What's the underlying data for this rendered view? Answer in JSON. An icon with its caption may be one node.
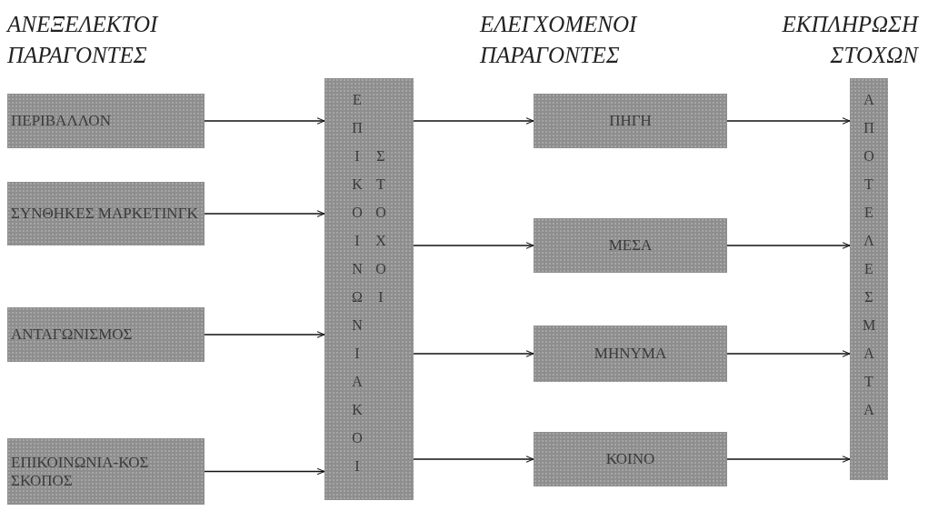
{
  "diagram": {
    "nodes": [
      {
        "text": [
          "ΠΕΡΙΒΑΛΛΟΝ"
        ]
      },
      {
        "text": [
          "ΣΥΝΘΗΚΕΣ ΜΑΡΚΕΤΙΝΓΚ"
        ]
      },
      {
        "text": [
          "ΑΝΤΑΓΩΝΙΣΜΟΣ"
        ]
      },
      {
        "text": [
          "ΕΠΙΚΟΙΝΩΝΙΑ-ΚΟΣ ΣΚΟΠΟΣ"
        ]
      },
      {
        "text": [
          "ΕΠΙΚΟΙΝΩΝΙΑΚΟΙ",
          "ΣΤΟΧΟΙ"
        ]
      },
      {
        "text": [
          "ΠΗΓΗ"
        ]
      },
      {
        "text": [
          "ΜΕΣΑ"
        ]
      },
      {
        "text": [
          "ΜΗΝΥΜΑ"
        ]
      },
      {
        "text": [
          "ΚΟΙΝΟ"
        ]
      },
      {
        "text": [
          "ΑΠΟΤΕΛΕΣΜΑΤΑ"
        ]
      }
    ],
    "edges": [
      {
        "from": 0,
        "to": 4,
        "arrow": "to"
      },
      {
        "from": 1,
        "to": 4,
        "arrow": "to"
      },
      {
        "from": 2,
        "to": 4,
        "arrow": "to"
      },
      {
        "from": 3,
        "to": 4,
        "arrow": "to"
      },
      {
        "from": 4,
        "to": 5,
        "arrow": "to"
      },
      {
        "from": 4,
        "to": 6,
        "arrow": "to"
      },
      {
        "from": 4,
        "to": 7,
        "arrow": "to"
      },
      {
        "from": 4,
        "to": 8,
        "arrow": "to"
      },
      {
        "from": 5,
        "to": 9,
        "arrow": "to"
      },
      {
        "from": 6,
        "to": 9,
        "arrow": "to"
      },
      {
        "from": 7,
        "to": 9,
        "arrow": "to"
      },
      {
        "from": 8,
        "to": 9,
        "arrow": "to"
      }
    ],
    "labels": [
      "ΑΝΕΞΕΛΕΚΤΟΙ ΠΑΡΑΓΟΝΤΕΣ",
      "ΕΛΕΓΧΟΜΕΝΟΙ ΠΑΡΑΓΟΝΤΕΣ",
      "ΕΚΠΛΗΡΩΣΗ ΣΤΟΧΩΝ"
    ]
  }
}
